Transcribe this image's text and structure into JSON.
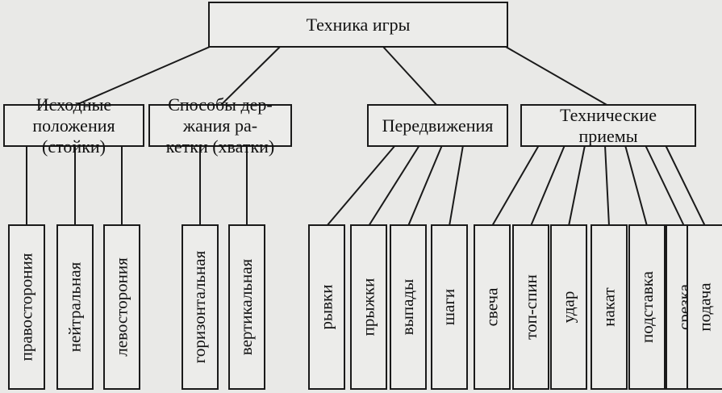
{
  "diagram": {
    "root": "Техника игры",
    "categories": [
      {
        "label": "Исходные положения (стойки)",
        "lines": [
          "Исходные",
          "положения",
          "(стойки)"
        ],
        "items": [
          "правосторония",
          "нейтральная",
          "левосторония"
        ]
      },
      {
        "label": "Способы держания ракетки (хватки)",
        "lines": [
          "Способы дер-",
          "жания ра-",
          "кетки (хватки)"
        ],
        "items": [
          "горизонтальная",
          "вертикальная"
        ]
      },
      {
        "label": "Передвижения",
        "lines": [
          "Передвижения"
        ],
        "items": [
          "рывки",
          "прыжки",
          "выпады",
          "шаги"
        ]
      },
      {
        "label": "Технические приемы",
        "lines": [
          "Технические",
          "приемы"
        ],
        "items": [
          "свеча",
          "топ-спин",
          "удар",
          "накат",
          "подставка",
          "срезка",
          "подача"
        ]
      }
    ]
  }
}
